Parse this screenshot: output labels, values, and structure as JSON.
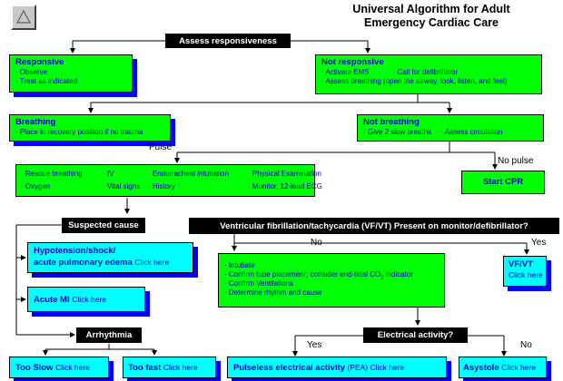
{
  "title": {
    "line1": "Universal Algorithm for Adult",
    "line2": "Emergency Cardiac Care"
  },
  "nav": {
    "back_icon": "triangle-icon"
  },
  "assess": "Assess responsiveness",
  "responsive": {
    "title": "Responsive",
    "items": [
      "Observe",
      "Treat as indicated"
    ]
  },
  "not_responsive": {
    "title": "Not responsive",
    "items": [
      "Activate EMS",
      "Call for defibrillator",
      "Assess breathing (open the airway, look, listen, and feel)"
    ]
  },
  "breathing": {
    "title": "Breathing",
    "items": [
      "Place in recovery position if no trauma"
    ]
  },
  "not_breathing": {
    "title": "Not breathing",
    "items": [
      "Give 2 slow breaths",
      "Assess circulation"
    ]
  },
  "labels": {
    "pulse": "Pulse",
    "no_pulse": "No pulse",
    "no_vf": "No",
    "yes_vf": "Yes",
    "yes_ea": "Yes",
    "no_ea": "No"
  },
  "pulse_box": {
    "items": [
      "Rescue breathing",
      "IV",
      "Endotracheal intubation",
      "Physical Examination",
      "Oxygen",
      "Vital signs",
      "History",
      "Monitor, 12-lead ECG"
    ]
  },
  "start_cpr": "Start CPR",
  "suspected_cause": "Suspected cause",
  "vfvt_question": "Ventricular fibrillation/tachycardia (VF/VT) Present on monitor/defibrillator?",
  "hypotension": {
    "title1": "Hypotension/shock/",
    "title2": "acute pulmonary edema",
    "click": "Click here"
  },
  "acute_mi": {
    "title": "Acute MI",
    "click": "Click here"
  },
  "arrhythmia": "Arrhythmia",
  "too_slow": {
    "title": "Too Slow",
    "click": "Click here"
  },
  "too_fast": {
    "title": "Too fast",
    "click": "Click here"
  },
  "intubate": {
    "items": [
      "Intubate",
      "Confirm tube placemenr; consider end-tidal CO",
      "Confirm Ventilations",
      "Determine rhythm and cause"
    ],
    "co2_sub": "2",
    "co2_suffix": " indicator"
  },
  "vfvt_box": {
    "title": "VF/VT",
    "click": "Click here"
  },
  "electrical": "Electrical activity?",
  "pea": {
    "title": "Pulseless electrical activity",
    "suffix": " (PEA) ",
    "click": "Click here"
  },
  "asystole": {
    "title": "Asystole",
    "click": "Click here"
  }
}
